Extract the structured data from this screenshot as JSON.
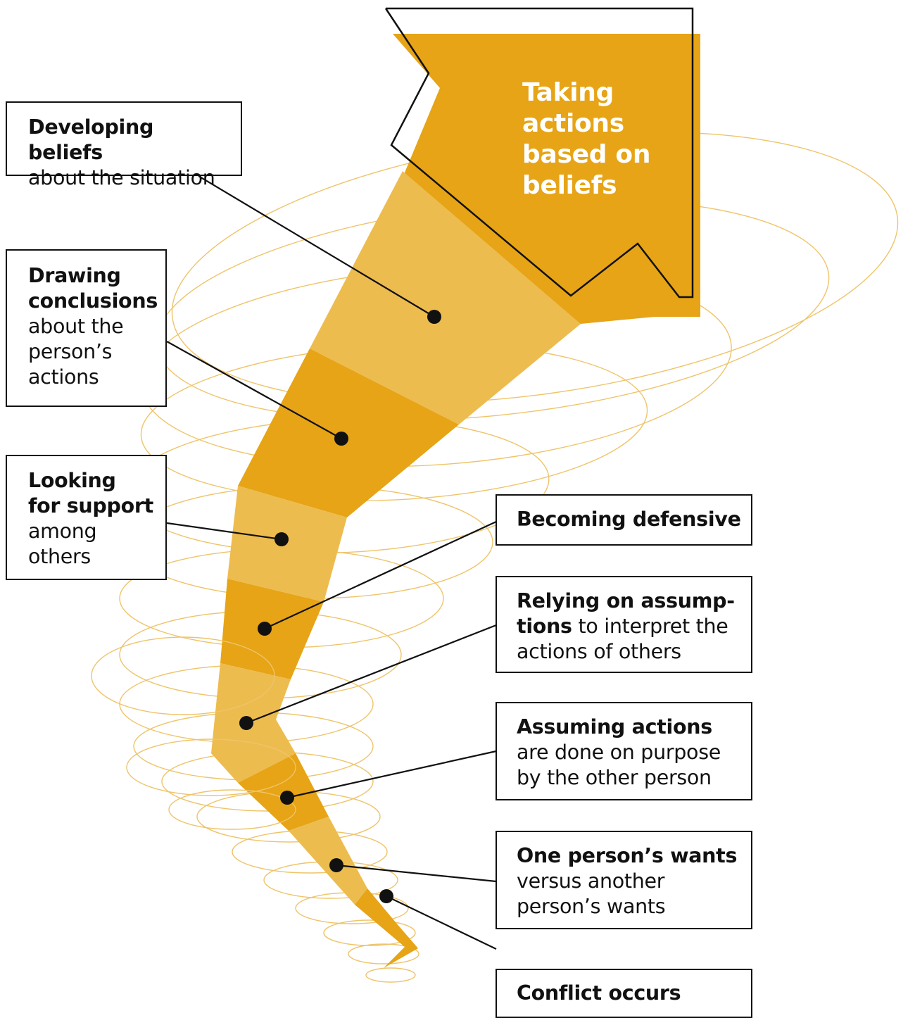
{
  "colors": {
    "gold_dark": "#E6A416",
    "gold_light": "#EDBC4F",
    "swirl": "#EEC46A",
    "ink": "#111111"
  },
  "arrow": {
    "lines": [
      "Taking",
      "actions",
      "based on",
      "beliefs"
    ]
  },
  "labels": {
    "developing": {
      "bold": "Developing beliefs",
      "rest": "about the situation"
    },
    "drawing": {
      "bold_1": "Drawing",
      "bold_2": "conclusions",
      "rest_1": "about the",
      "rest_2": "person’s",
      "rest_3": "actions"
    },
    "looking": {
      "bold_1": "Looking",
      "bold_2": "for support",
      "rest_1": "among",
      "rest_2": "others"
    },
    "defensive": {
      "bold": "Becoming defensive"
    },
    "relying": {
      "bold_1": "Relying on assump-",
      "bold_2": "tions",
      "rest_1": " to interpret the",
      "rest_2": "actions of others"
    },
    "assuming": {
      "bold": "Assuming actions",
      "rest_1": "are done on purpose",
      "rest_2": "by the other person"
    },
    "wants": {
      "bold": "One person’s wants",
      "rest_1": "versus another",
      "rest_2": "person’s wants"
    },
    "conflict": {
      "bold": "Conflict occurs"
    }
  }
}
